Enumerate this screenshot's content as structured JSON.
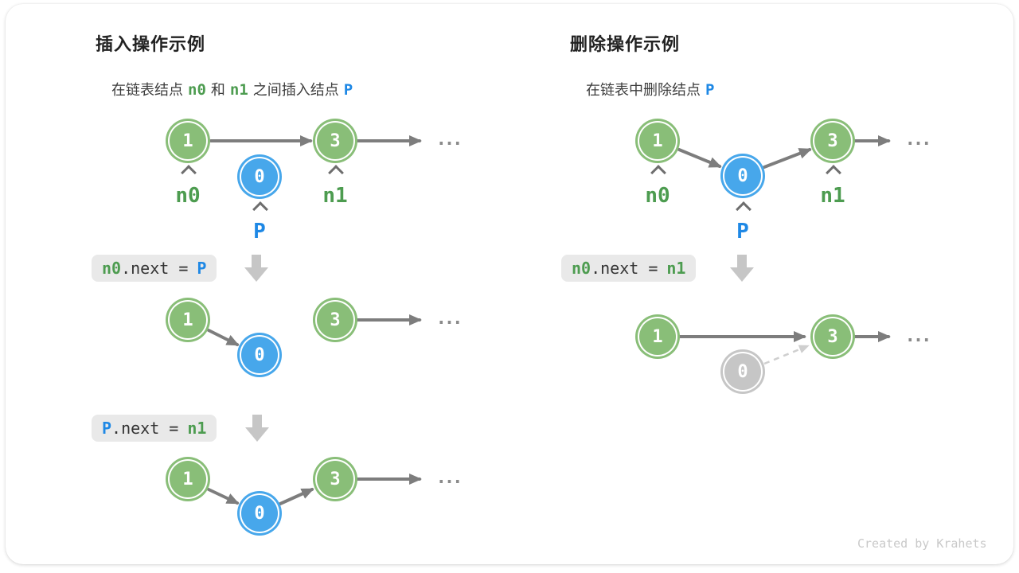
{
  "credit": "Created by Krahets",
  "palette": {
    "node_green": "#89BE78",
    "node_blue": "#47A7EB",
    "node_gray": "#C6C6C6",
    "label_green": "#4D9C50",
    "label_blue": "#1E88E5",
    "arrow_gray": "#7D7D7D",
    "arrow_light_dashed": "#CFCFCF",
    "code_box_bg": "#E9E9E9",
    "block_arrow_gray": "#C6C6C6"
  },
  "icons": {
    "pointer": "chevron-up-icon",
    "step": "block-arrow-down-icon",
    "link": "arrow-right-icon"
  },
  "insert": {
    "title": "插入操作示例",
    "subtitle": {
      "t1": "在链表结点",
      "v1": "n0",
      "t2": "和",
      "v2": "n1",
      "t3": "之间插入结点",
      "v3": "P"
    },
    "step1": {
      "n1": "1",
      "n0": "0",
      "n3": "3",
      "label_n0": "n0",
      "label_n1": "n1",
      "label_p": "P",
      "ellipsis": "..."
    },
    "code1": {
      "lhs": "n0",
      "op": ".next =",
      "rhs": "P"
    },
    "step2": {
      "n1": "1",
      "n0": "0",
      "n3": "3",
      "ellipsis": "..."
    },
    "code2": {
      "lhs": "P",
      "op": ".next =",
      "rhs": "n1"
    },
    "step3": {
      "n1": "1",
      "n0": "0",
      "n3": "3",
      "ellipsis": "..."
    }
  },
  "delete": {
    "title": "删除操作示例",
    "subtitle": {
      "t1": "在链表中删除结点",
      "v1": "P"
    },
    "step1": {
      "n1": "1",
      "n0": "0",
      "n3": "3",
      "label_n0": "n0",
      "label_p": "P",
      "label_n1": "n1",
      "ellipsis": "..."
    },
    "code1": {
      "lhs": "n0",
      "op": ".next =",
      "rhs": "n1"
    },
    "step2": {
      "n1": "1",
      "n0": "0",
      "n3": "3",
      "ellipsis": "..."
    }
  }
}
